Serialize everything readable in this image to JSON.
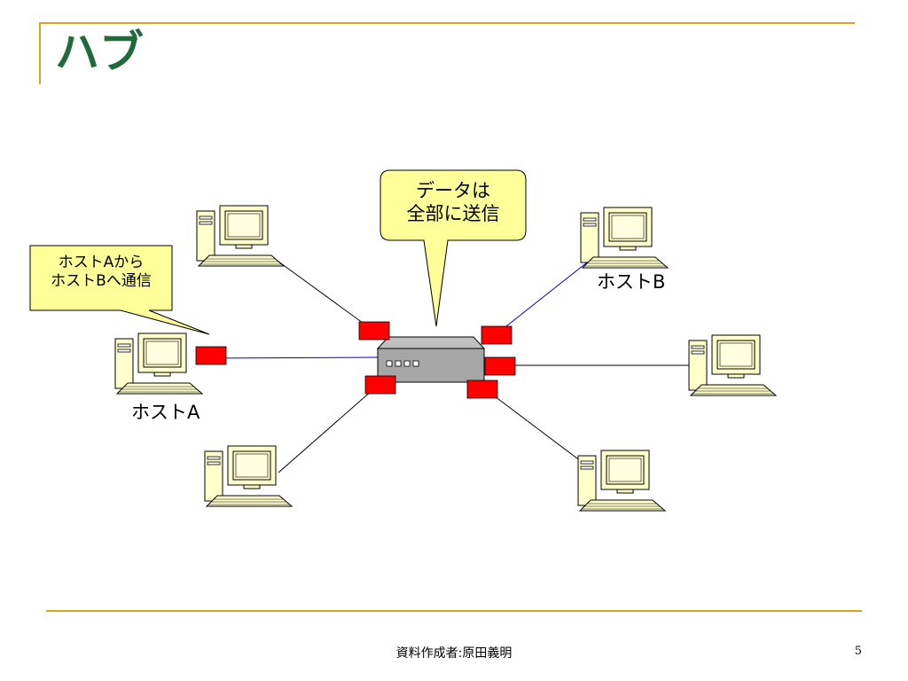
{
  "slide": {
    "title": "ハブ",
    "footer_author": "資料作成者:原田義明",
    "page_number": "5"
  },
  "diagram": {
    "callouts": {
      "hub_message": {
        "line1": "データは",
        "line2": "全部に送信"
      },
      "host_message": {
        "line1": "ホストAから",
        "line2": "ホストBへ通信"
      }
    },
    "labels": {
      "host_a": "ホストA",
      "host_b": "ホストB"
    },
    "colors": {
      "accent_line": "#d9a520",
      "title": "#1f6b3a",
      "callout_fill": "#ffff99",
      "port": "#ff0000",
      "active_link": "#0000cc",
      "hub_body": "#a6a6a6"
    },
    "icons": {
      "computer": "desktop-computer-icon",
      "hub": "network-hub-icon",
      "port": "port-marker"
    }
  }
}
